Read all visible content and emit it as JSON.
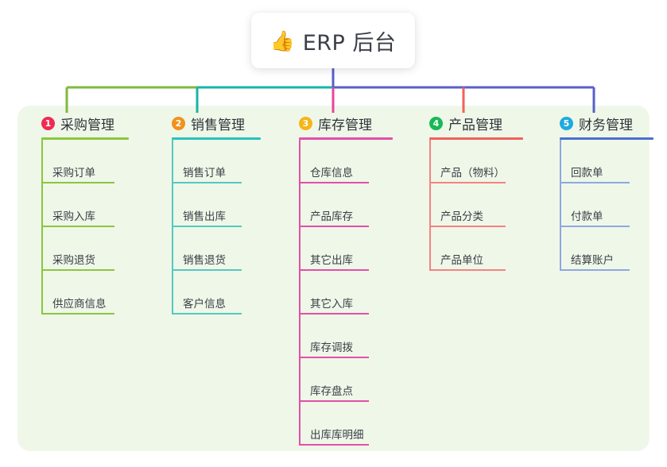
{
  "title": {
    "icon": "thumbs-up-icon",
    "emoji": "👍",
    "text": "ERP 后台"
  },
  "theme": {
    "page_background": "#ffffff",
    "panel_background": "#eff7e9",
    "title_text_color": "#3b3f46",
    "item_text_color": "#3a3f45"
  },
  "connectors": {
    "trunk_color": "#5a5fc7",
    "segment_colors": [
      "#7fba3f",
      "#1ab5a4",
      "#5a5fc7",
      "#5a5fc7",
      "#5a5fc7"
    ],
    "drop_colors": [
      "#7fba3f",
      "#1ab5a4",
      "#e8459a",
      "#f2615c",
      "#5a5fc7"
    ]
  },
  "columns": [
    {
      "index": "1",
      "badge_color": "#ef2b52",
      "title": "采购管理",
      "rule_color": "#8cc63f",
      "line_color": "#8cc63f",
      "items": [
        "采购订单",
        "采购入库",
        "采购退货",
        "供应商信息"
      ]
    },
    {
      "index": "2",
      "badge_color": "#f0921e",
      "title": "销售管理",
      "rule_color": "#27c4bb",
      "line_color": "#54c9c0",
      "items": [
        "销售订单",
        "销售出库",
        "销售退货",
        "客户信息"
      ]
    },
    {
      "index": "3",
      "badge_color": "#f6b519",
      "title": "库存管理",
      "rule_color": "#e34fa8",
      "line_color": "#e34fa8",
      "items": [
        "仓库信息",
        "产品库存",
        "其它出库",
        "其它入库",
        "库存调拨",
        "库存盘点",
        "出库库明细"
      ]
    },
    {
      "index": "4",
      "badge_color": "#19b955",
      "title": "产品管理",
      "rule_color": "#f2615c",
      "line_color": "#f4837f",
      "items": [
        "产品（物料）",
        "产品分类",
        "产品单位"
      ]
    },
    {
      "index": "5",
      "badge_color": "#1eaae0",
      "title": "财务管理",
      "rule_color": "#4a6fd0",
      "line_color": "#8ea8e0",
      "items": [
        "回款单",
        "付款单",
        "结算账户"
      ]
    }
  ]
}
